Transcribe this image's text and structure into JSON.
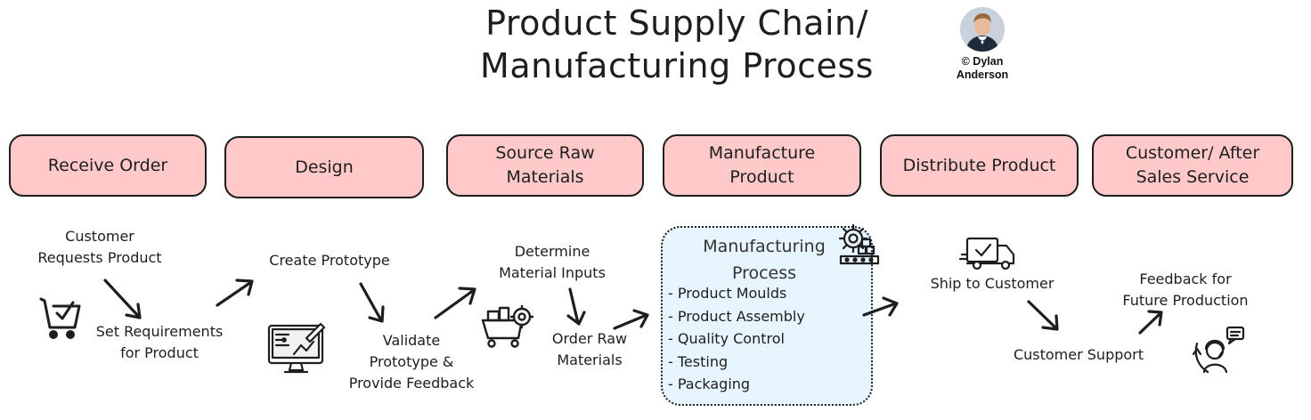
{
  "title": {
    "line1": "Product Supply Chain/",
    "line2": "Manufacturing Process"
  },
  "credit": {
    "line1": "© Dylan",
    "line2": "Anderson"
  },
  "stages": [
    {
      "id": "receive-order",
      "label": "Receive Order"
    },
    {
      "id": "design",
      "label": "Design"
    },
    {
      "id": "source-raw-materials",
      "label": "Source Raw\nMaterials"
    },
    {
      "id": "manufacture-product",
      "label": "Manufacture\nProduct"
    },
    {
      "id": "distribute-product",
      "label": "Distribute Product"
    },
    {
      "id": "after-sales-service",
      "label": "Customer/ After\nSales Service"
    }
  ],
  "steps": {
    "customer_requests": "Customer\nRequests Product",
    "set_requirements": "Set Requirements\nfor Product",
    "create_prototype": "Create Prototype",
    "validate_prototype": "Validate\nPrototype &\nProvide Feedback",
    "determine_inputs": "Determine\nMaterial Inputs",
    "order_raw_materials": "Order Raw\nMaterials",
    "ship_to_customer": "Ship to Customer",
    "customer_support": "Customer Support",
    "feedback": "Feedback for\nFuture Production"
  },
  "manufacturing": {
    "title": "Manufacturing\nProcess",
    "items": [
      "- Product Moulds",
      "- Product Assembly",
      "- Quality Control",
      "- Testing",
      "- Packaging"
    ]
  },
  "colors": {
    "stage_fill": "#ffc9c9",
    "process_fill": "#e7f5ff",
    "stroke": "#1e1e1e"
  },
  "icons": [
    "shopping-cart-icon",
    "design-monitor-icon",
    "raw-materials-cart-icon",
    "factory-gear-icon",
    "delivery-truck-icon",
    "customer-support-icon"
  ]
}
